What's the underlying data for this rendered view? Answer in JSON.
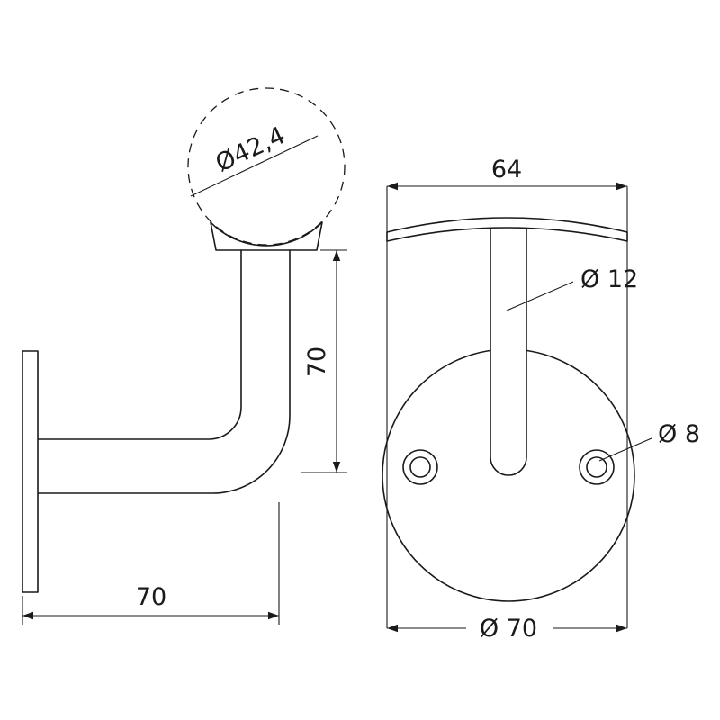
{
  "page": {
    "background": "#ffffff",
    "line_color": "#1a1a1a"
  },
  "drawing": {
    "side_view": {
      "rail_diameter_label": "Ø42,4",
      "height_dimension": "70",
      "depth_dimension": "70"
    },
    "front_view": {
      "saddle_width_dimension": "64",
      "stem_diameter_label": "Ø 12",
      "screw_hole_diameter_label": "Ø 8",
      "base_plate_diameter_label": "Ø 70"
    }
  }
}
